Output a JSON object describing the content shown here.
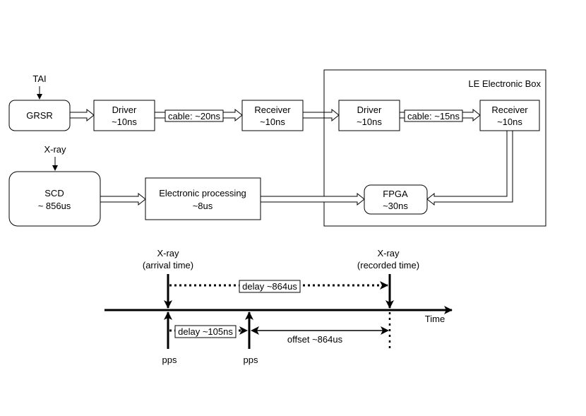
{
  "timing_chain": {
    "tai": "TAI",
    "grsr": "GRSR",
    "driver1": {
      "name": "Driver",
      "delay": "~10ns"
    },
    "cable1": "cable: ~20ns",
    "receiver1": {
      "name": "Receiver",
      "delay": "~10ns"
    },
    "le_box_title": "LE Electronic Box",
    "driver2": {
      "name": "Driver",
      "delay": "~10ns"
    },
    "cable2": "cable: ~15ns",
    "receiver2": {
      "name": "Receiver",
      "delay": "~10ns"
    }
  },
  "detector_chain": {
    "xray": "X-ray",
    "scd": {
      "name": "SCD",
      "delay": "~ 856us"
    },
    "processing": {
      "name": "Electronic processing",
      "delay": "~8us"
    },
    "fpga": {
      "name": "FPGA",
      "delay": "~30ns"
    }
  },
  "timeline": {
    "xray_arrival": {
      "line1": "X-ray",
      "line2": "(arrival time)"
    },
    "xray_recorded": {
      "line1": "X-ray",
      "line2": "(recorded time)"
    },
    "delay_total": "delay ~864us",
    "delay_pps": "delay ~105ns",
    "offset": "offset ~864us",
    "time_axis": "Time",
    "pps1": "pps",
    "pps2": "pps"
  }
}
